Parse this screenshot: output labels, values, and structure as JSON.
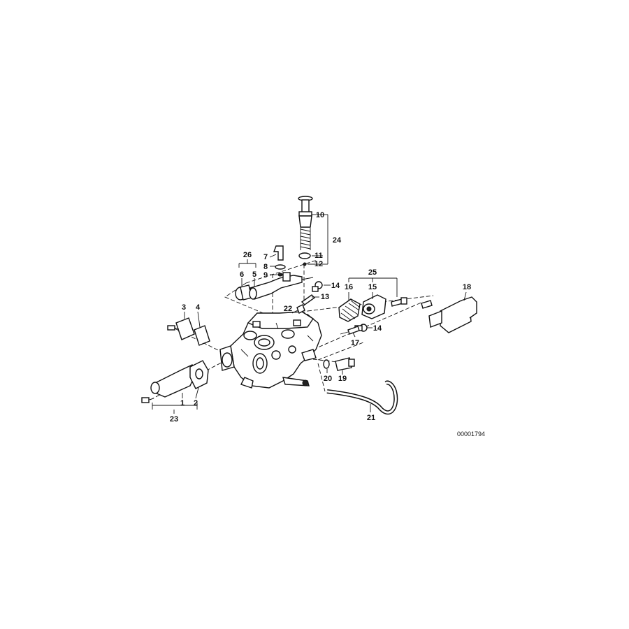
{
  "diagram": {
    "reference_number": "00001794",
    "callouts": {
      "c1": "1",
      "c2": "2",
      "c3": "3",
      "c4": "4",
      "c5": "5",
      "c6": "6",
      "c7": "7",
      "c8": "8",
      "c9": "9",
      "c10": "10",
      "c11": "11",
      "c12": "12",
      "c13": "13",
      "c14a": "14",
      "c14b": "14",
      "c15": "15",
      "c16": "16",
      "c17": "17",
      "c18": "18",
      "c19": "19",
      "c20": "20",
      "c21": "21",
      "c22": "22",
      "c23": "23",
      "c24": "24",
      "c25": "25",
      "c26": "26"
    }
  },
  "colors": {
    "ink": "#111111",
    "background": "#ffffff"
  }
}
